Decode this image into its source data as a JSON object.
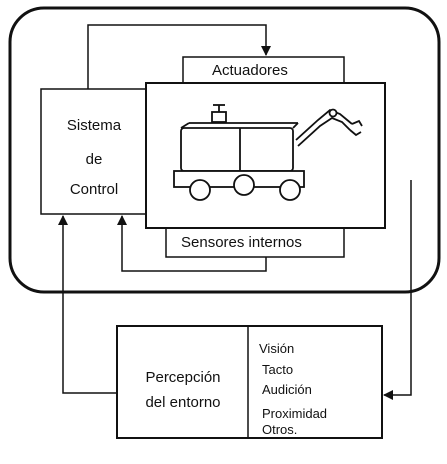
{
  "control_system": {
    "line1": "Sistema",
    "line2": "de",
    "line3": "Control"
  },
  "actuators_label": "Actuadores",
  "internal_sensors_label": "Sensores internos",
  "perception": {
    "line1": "Percepción",
    "line2": "del entorno"
  },
  "sensor_types": [
    "Visión",
    "Tacto",
    "Audición",
    "Proximidad",
    "Otros."
  ],
  "icons": {
    "robot": "mobile-robot-with-arm-icon"
  }
}
